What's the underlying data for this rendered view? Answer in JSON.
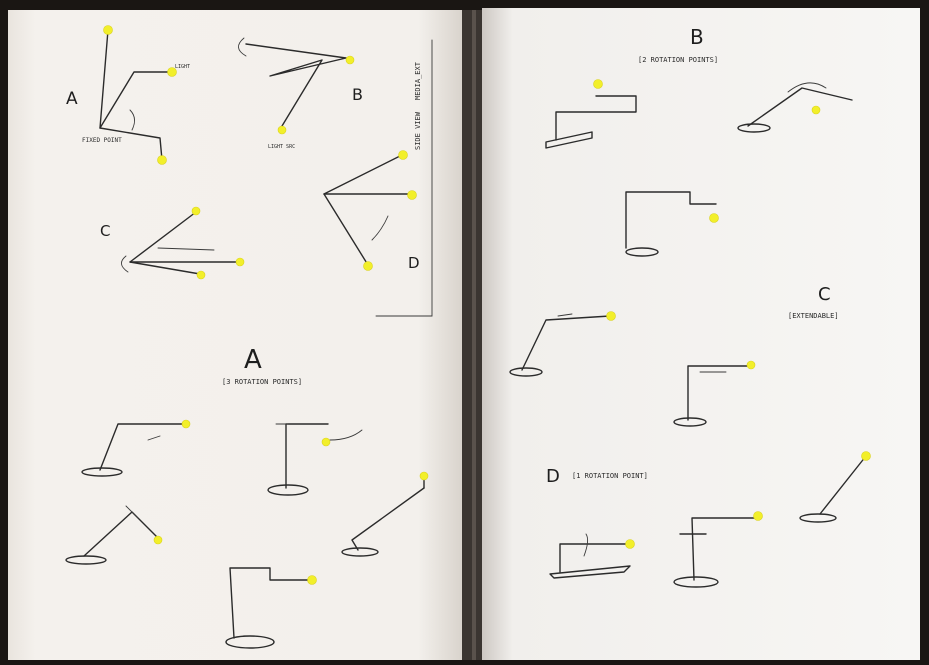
{
  "notebook": {
    "colors": {
      "paper_left": "#f3f0ec",
      "paper_right": "#f6f5f3",
      "binding": "#3b3531",
      "ink": "#2b2b2b",
      "highlight": "#f2ef2a"
    },
    "left_page": {
      "sketch_labels": [
        "A",
        "B",
        "C",
        "D"
      ],
      "annotations": {
        "fixed_point": "FIXED POINT",
        "light": "LIGHT",
        "light_source": "LIGHT SRC",
        "side_view": "SIDE VIEW",
        "media_ext": "MEDIA_EXT"
      },
      "section_title": "A",
      "section_subtitle": "[3 ROTATION POINTS]"
    },
    "right_page": {
      "sections": [
        {
          "title": "B",
          "subtitle": "[2 ROTATION POINTS]"
        },
        {
          "title": "C",
          "subtitle": "[EXTENDABLE]"
        },
        {
          "title": "D",
          "subtitle": "[1 ROTATION POINT]"
        }
      ]
    }
  }
}
